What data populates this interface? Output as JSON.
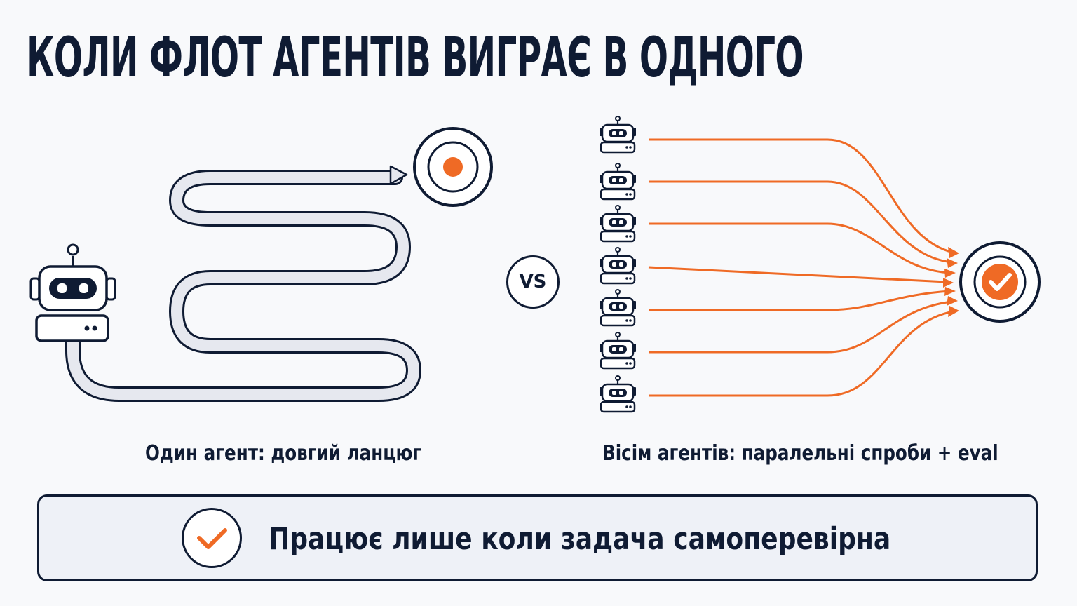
{
  "title": "КОЛИ ФЛОТ АГЕНТІВ ВИГРАЄ В ОДНОГО",
  "left": {
    "caption": "Один агент: довгий ланцюг"
  },
  "vs_label": "VS",
  "right": {
    "caption": "Вісім агентів: паралельні спроби + eval"
  },
  "banner": {
    "text": "Працює лише коли задача самоперевірна"
  },
  "colors": {
    "navy": "#0f1b33",
    "orange": "#ef6a25",
    "path_fill": "#e6e8ef"
  },
  "icons": [
    "robot-icon",
    "target-icon",
    "check-circle-icon"
  ]
}
